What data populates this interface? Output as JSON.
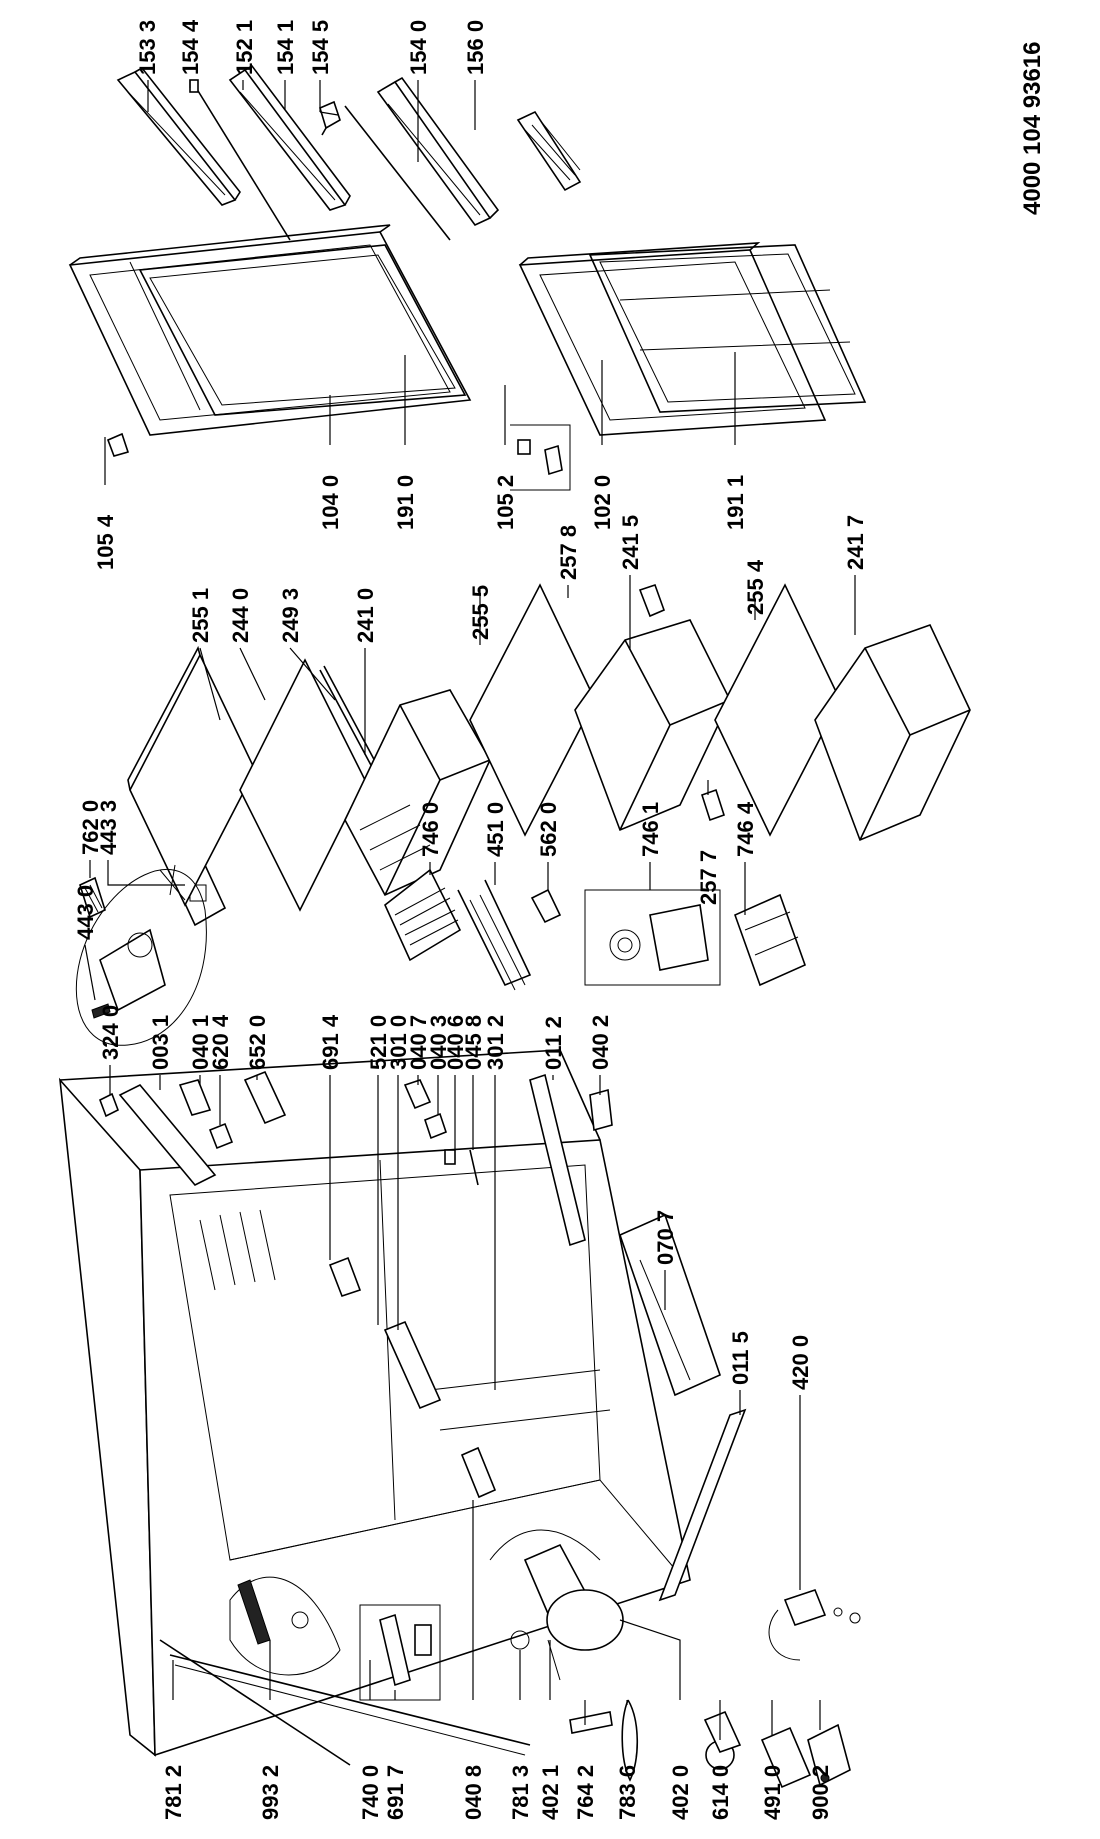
{
  "document_number": "4000 104 93616",
  "parts": [
    "153 3",
    "154 4",
    "152 1",
    "154 1",
    "154 5",
    "154 0",
    "156 0",
    "105 4",
    "104 0",
    "191 0",
    "105 2",
    "102 0",
    "191 1",
    "762 0",
    "443 3",
    "255 1",
    "244 0",
    "249 3",
    "241 0",
    "255 5",
    "257 8",
    "241 5",
    "257 7",
    "255 4",
    "241 7",
    "443 0",
    "746 0",
    "451 0",
    "562 0",
    "746 1",
    "746 4",
    "324 0",
    "003 1",
    "040 1",
    "620 4",
    "652 0",
    "691 4",
    "521 0",
    "301 0",
    "040 7",
    "040 3",
    "040 6",
    "045 8",
    "301 2",
    "011 2",
    "040 2",
    "070 7",
    "011 5",
    "420 0",
    "781 2",
    "993 2",
    "740 0",
    "691 7",
    "040 8",
    "781 3",
    "402 1",
    "764 2",
    "783 6",
    "402 0",
    "614 0",
    "491 0",
    "900 2"
  ]
}
